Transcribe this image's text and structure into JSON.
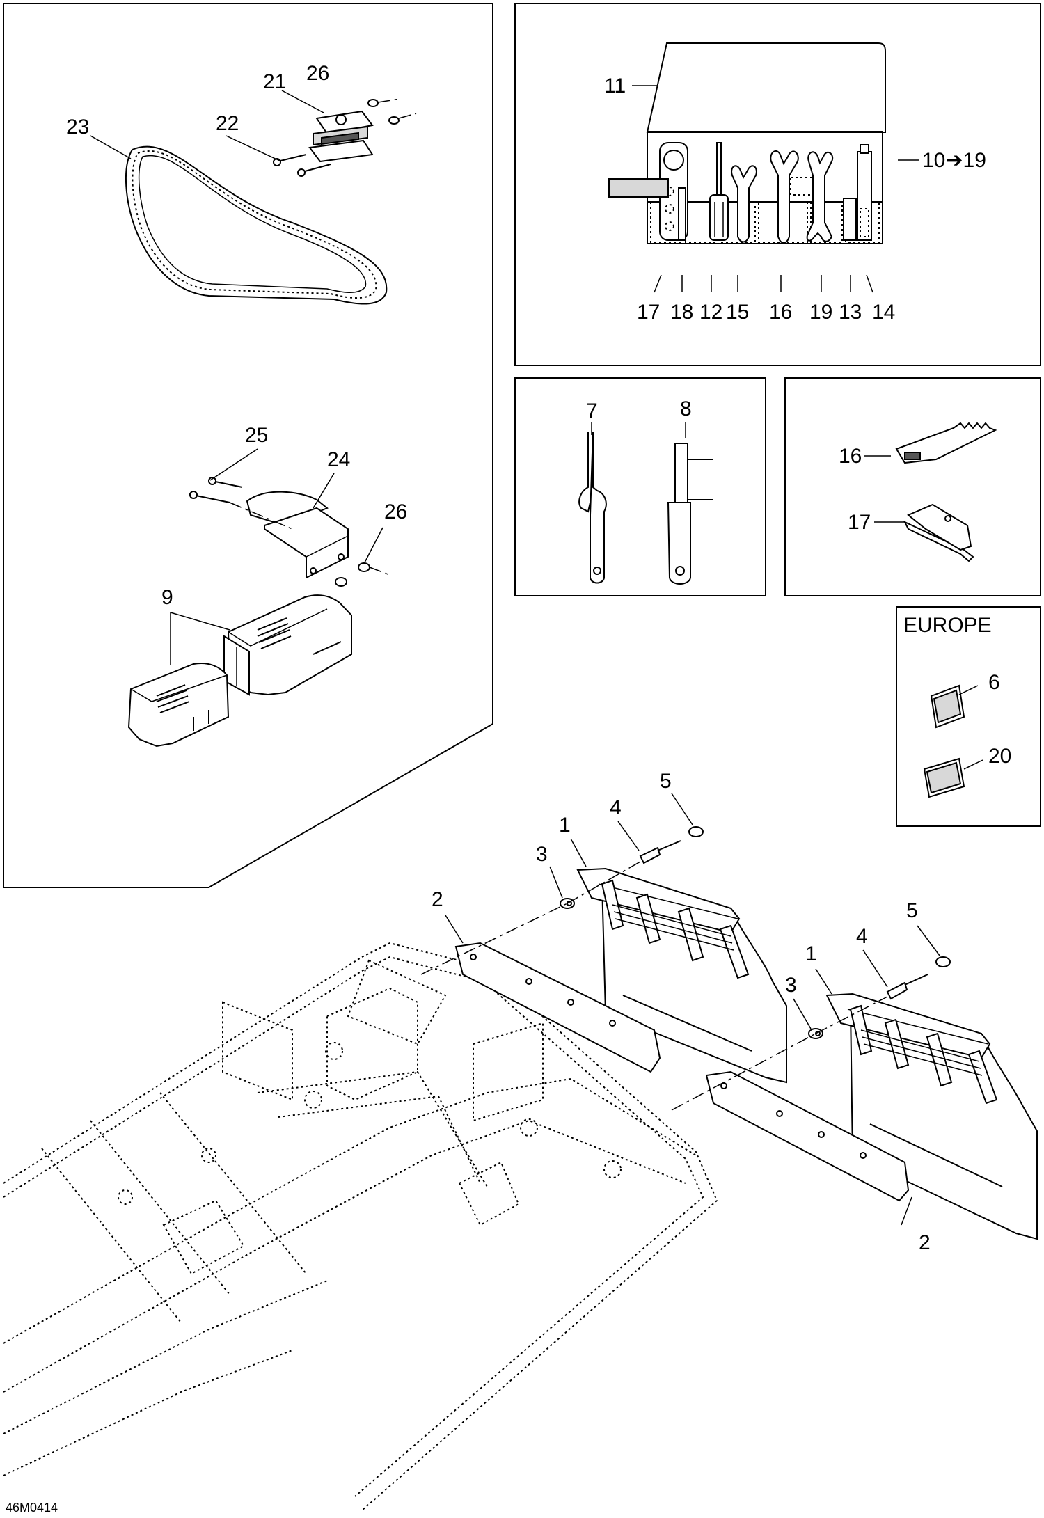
{
  "drawing_code": "46M0414",
  "europe_label": "EUROPE",
  "callouts": {
    "c1a": "1",
    "c1b": "1",
    "c2a": "2",
    "c2b": "2",
    "c3a": "3",
    "c3b": "3",
    "c4a": "4",
    "c4b": "4",
    "c5a": "5",
    "c5b": "5",
    "c6": "6",
    "c7": "7",
    "c8": "8",
    "c9": "9",
    "c10_19": "10➔19",
    "c11": "11",
    "c12": "12",
    "c13": "13",
    "c14": "14",
    "c15": "15",
    "c16a": "16",
    "c16b": "16",
    "c17a": "17",
    "c17b": "17",
    "c18": "18",
    "c19": "19",
    "c20": "20",
    "c21": "21",
    "c22": "22",
    "c23": "23",
    "c24": "24",
    "c25": "25",
    "c26a": "26",
    "c26b": "26"
  }
}
